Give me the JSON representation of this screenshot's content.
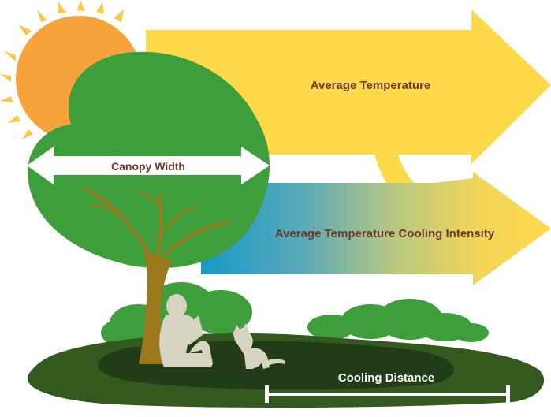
{
  "labels": {
    "average_temperature": "Average Temperature",
    "cooling_intensity": "Average Temperature Cooling Intensity",
    "canopy_width": "Canopy Width",
    "cooling_distance": "Cooling Distance"
  },
  "colors": {
    "arrow_yellow": "#fdd94a",
    "cool_blue": "#1a9ac8",
    "sun": "#f6a33c",
    "sun_rays": "#fbc84a",
    "canopy": "#3f9e3c",
    "trunk": "#9c7a1c",
    "ground": "#34591f",
    "shade": "#213c17",
    "silhouette": "#d8d4c2",
    "label_text": "#6b3a2a"
  },
  "icons": [
    "sun-icon",
    "tree-icon",
    "person-reading-icon",
    "dog-icon",
    "bush-icon"
  ]
}
